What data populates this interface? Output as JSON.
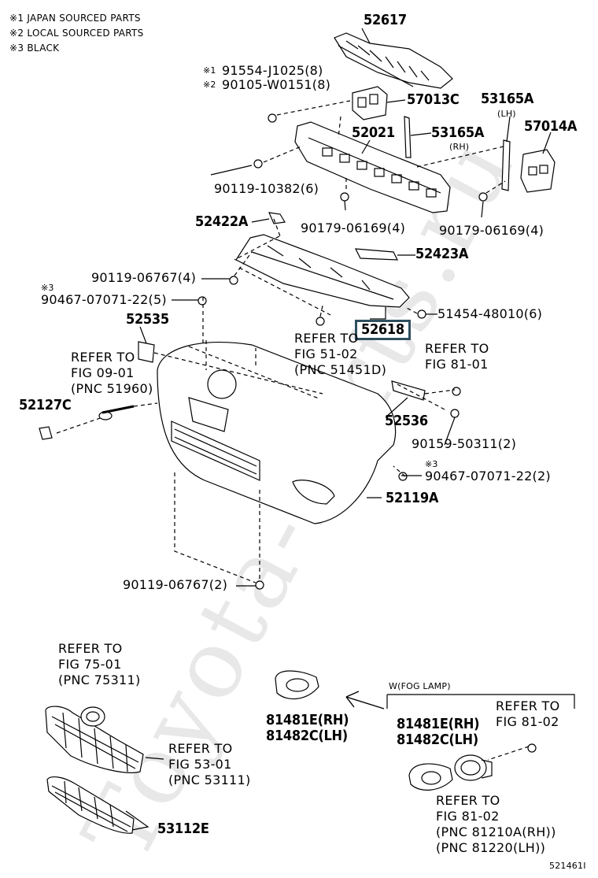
{
  "notes": [
    "※1 JAPAN SOURCED PARTS",
    "※2 LOCAL SOURCED PARTS",
    "※3 BLACK"
  ],
  "watermark": "Toyota-Parts.ru",
  "parts": {
    "p52617": "52617",
    "p91554_mark": "※1",
    "p91554": "91554-J1025(8)",
    "p90105_mark": "※2",
    "p90105": "90105-W0151(8)",
    "p57013C": "57013C",
    "p53165A_top": "53165A",
    "p53165A_top_side": "(LH)",
    "p52021": "52021",
    "p53165A_mid": "53165A",
    "p53165A_mid_side": "(RH)",
    "p57014A": "57014A",
    "p90119_10382": "90119-10382(6)",
    "p52422A": "52422A",
    "p90179_left": "90179-06169(4)",
    "p90179_right": "90179-06169(4)",
    "p52423A": "52423A",
    "p90119_06767_top": "90119-06767(4)",
    "p90467_top_mark": "※3",
    "p90467_top": "90467-07071-22(5)",
    "p51454": "51454-48010(6)",
    "p52535": "52535",
    "p52618": "52618",
    "p52127C": "52127C",
    "p52536": "52536",
    "p90159": "90159-50311(2)",
    "p90467_bot_mark": "※3",
    "p90467_bot": "90467-07071-22(2)",
    "p52119A": "52119A",
    "p90119_06767_bot": "90119-06767(2)",
    "p81481E_left": "81481E(RH)",
    "p81482C_left": "81482C(LH)",
    "p81481E_right": "81481E(RH)",
    "p81482C_right": "81482C(LH)",
    "p53112E": "53112E",
    "fog_lamp": "W(FOG LAMP)",
    "code": "521461I"
  },
  "refs": {
    "r51": [
      "REFER TO",
      "FIG 51-02",
      "(PNC 51451D)"
    ],
    "r09": [
      "REFER TO",
      "FIG 09-01",
      "(PNC 51960)"
    ],
    "r81_top": [
      "REFER TO",
      "FIG 81-01"
    ],
    "r75": [
      "REFER TO",
      "FIG 75-01",
      "(PNC 75311)"
    ],
    "r53": [
      "REFER TO",
      "FIG 53-01",
      "(PNC 53111)"
    ],
    "r81_02": [
      "REFER TO",
      "FIG 81-02"
    ],
    "r81_02b": [
      "REFER TO",
      "FIG 81-02",
      "(PNC 81210A(RH))",
      "(PNC 81220(LH))"
    ]
  }
}
